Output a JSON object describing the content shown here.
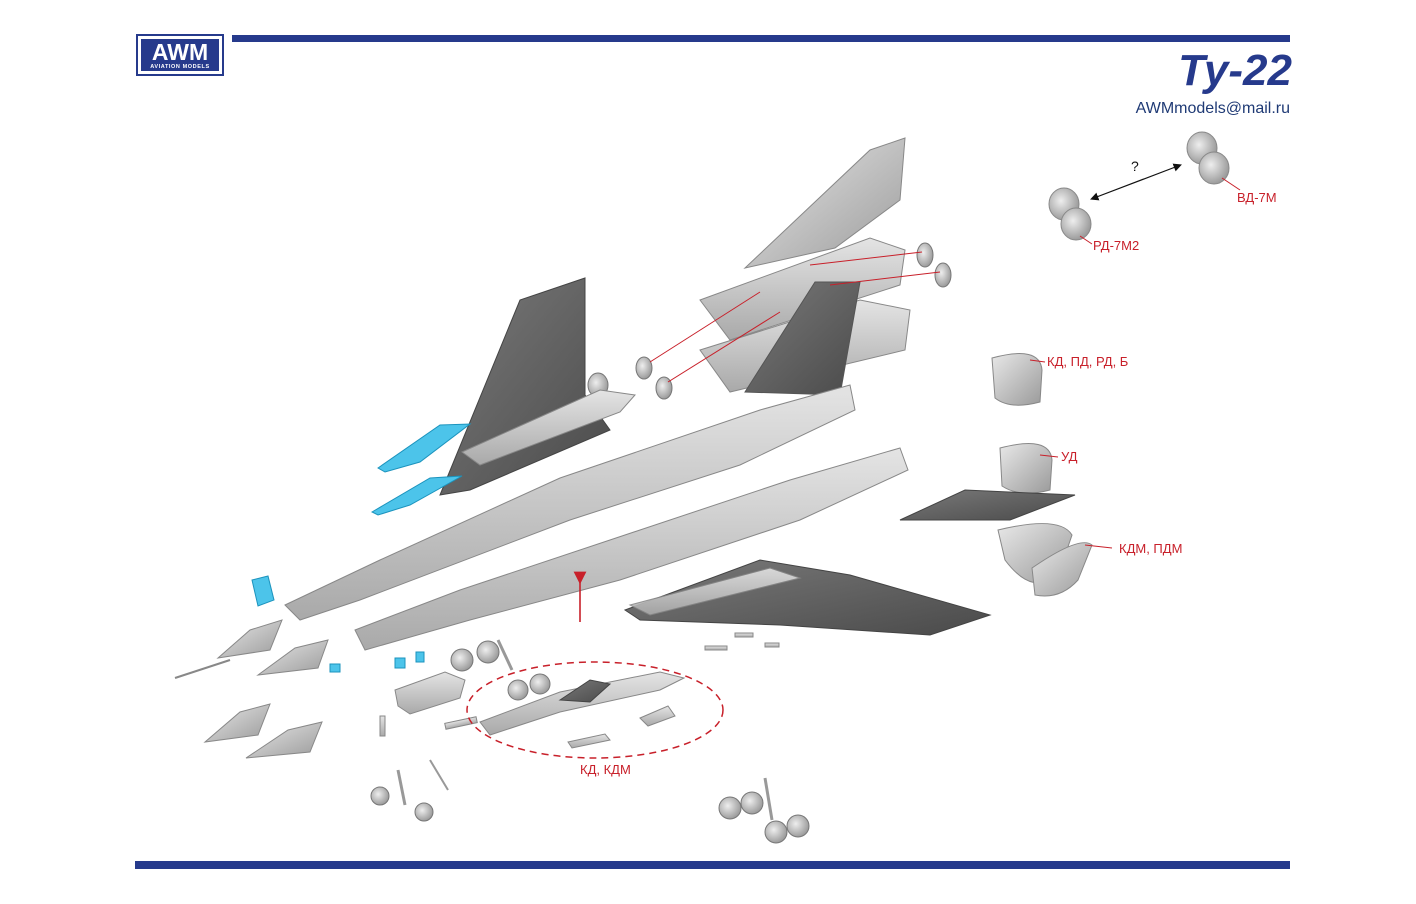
{
  "header": {
    "logo_text": "AWM",
    "logo_subtext": "AVIATION MODELS",
    "title": "Ту-22",
    "email": "AWMmodels@mail.ru"
  },
  "labels": {
    "question": "?",
    "engine_vd7m": "ВД-7М",
    "engine_rd7m2": "РД-7М2",
    "nose_kd_pd_rd_b": "КД, ПД, РД, Б",
    "nose_ud": "УД",
    "nose_kdm_pdm": "КДМ, ПДМ",
    "missile_kd_kdm": "КД, КДМ"
  },
  "colors": {
    "brand_blue": "#263a8c",
    "callout_red": "#c8202a",
    "part_grey": "#c9c9c9",
    "part_dark": "#666666",
    "resin_blue": "#4cc4ea"
  }
}
